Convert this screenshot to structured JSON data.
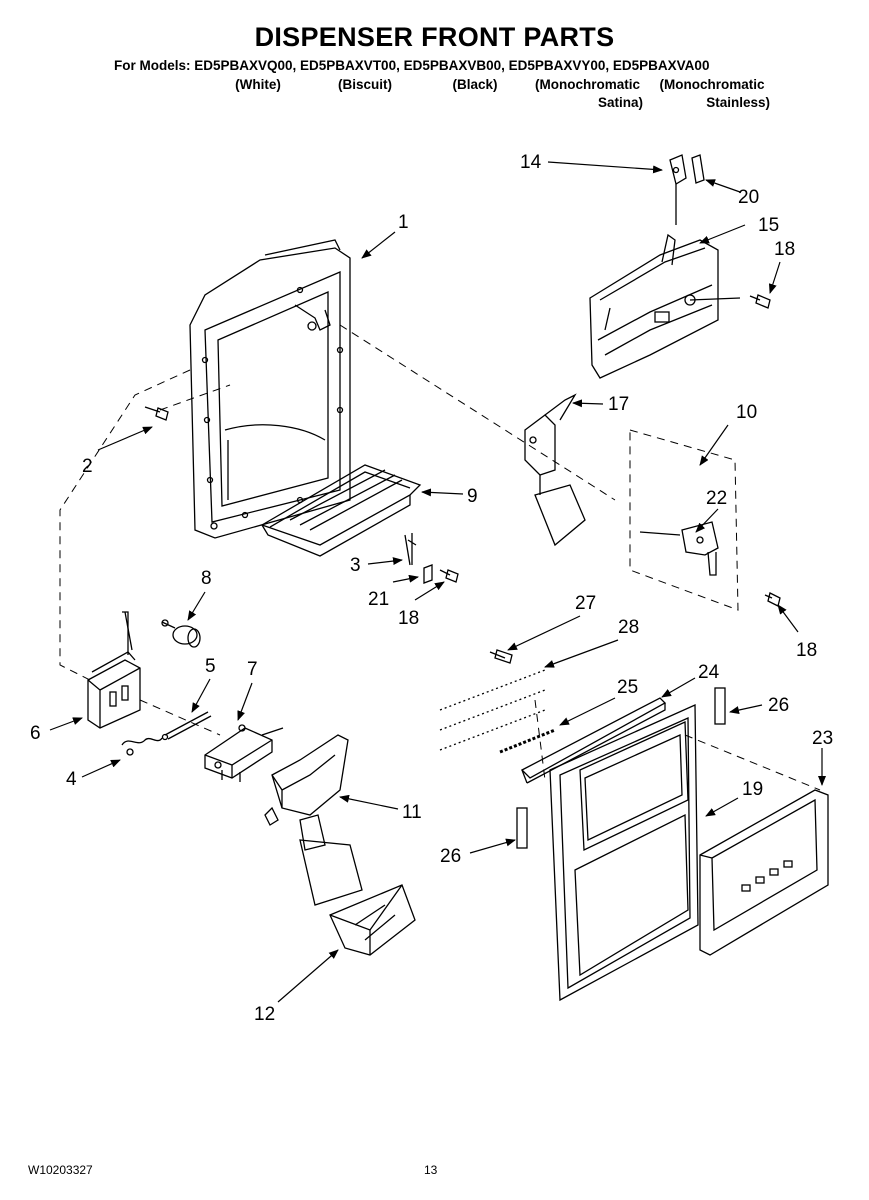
{
  "title": "DISPENSER FRONT PARTS",
  "models_line": "For Models: ED5PBAXVQ00, ED5PBAXVT00, ED5PBAXVB00, ED5PBAXVY00, ED5PBAXVA00",
  "finishes": {
    "white": "(White)",
    "biscuit": "(Biscuit)",
    "black": "(Black)",
    "mono_satina_1": "(Monochromatic",
    "mono_satina_2": "Satina)",
    "mono_stainless_1": "(Monochromatic",
    "mono_stainless_2": "Stainless)"
  },
  "callouts": {
    "p1": "1",
    "p2": "2",
    "p3": "3",
    "p4": "4",
    "p5": "5",
    "p6": "6",
    "p7": "7",
    "p8": "8",
    "p9": "9",
    "p10": "10",
    "p11": "11",
    "p12": "12",
    "p14": "14",
    "p15": "15",
    "p17": "17",
    "p18a": "18",
    "p18b": "18",
    "p18c": "18",
    "p19": "19",
    "p20": "20",
    "p21": "21",
    "p22": "22",
    "p23": "23",
    "p24": "24",
    "p25": "25",
    "p26a": "26",
    "p26b": "26",
    "p27": "27",
    "p28": "28"
  },
  "footer": {
    "doc_number": "W10203327",
    "page_number": "13"
  }
}
